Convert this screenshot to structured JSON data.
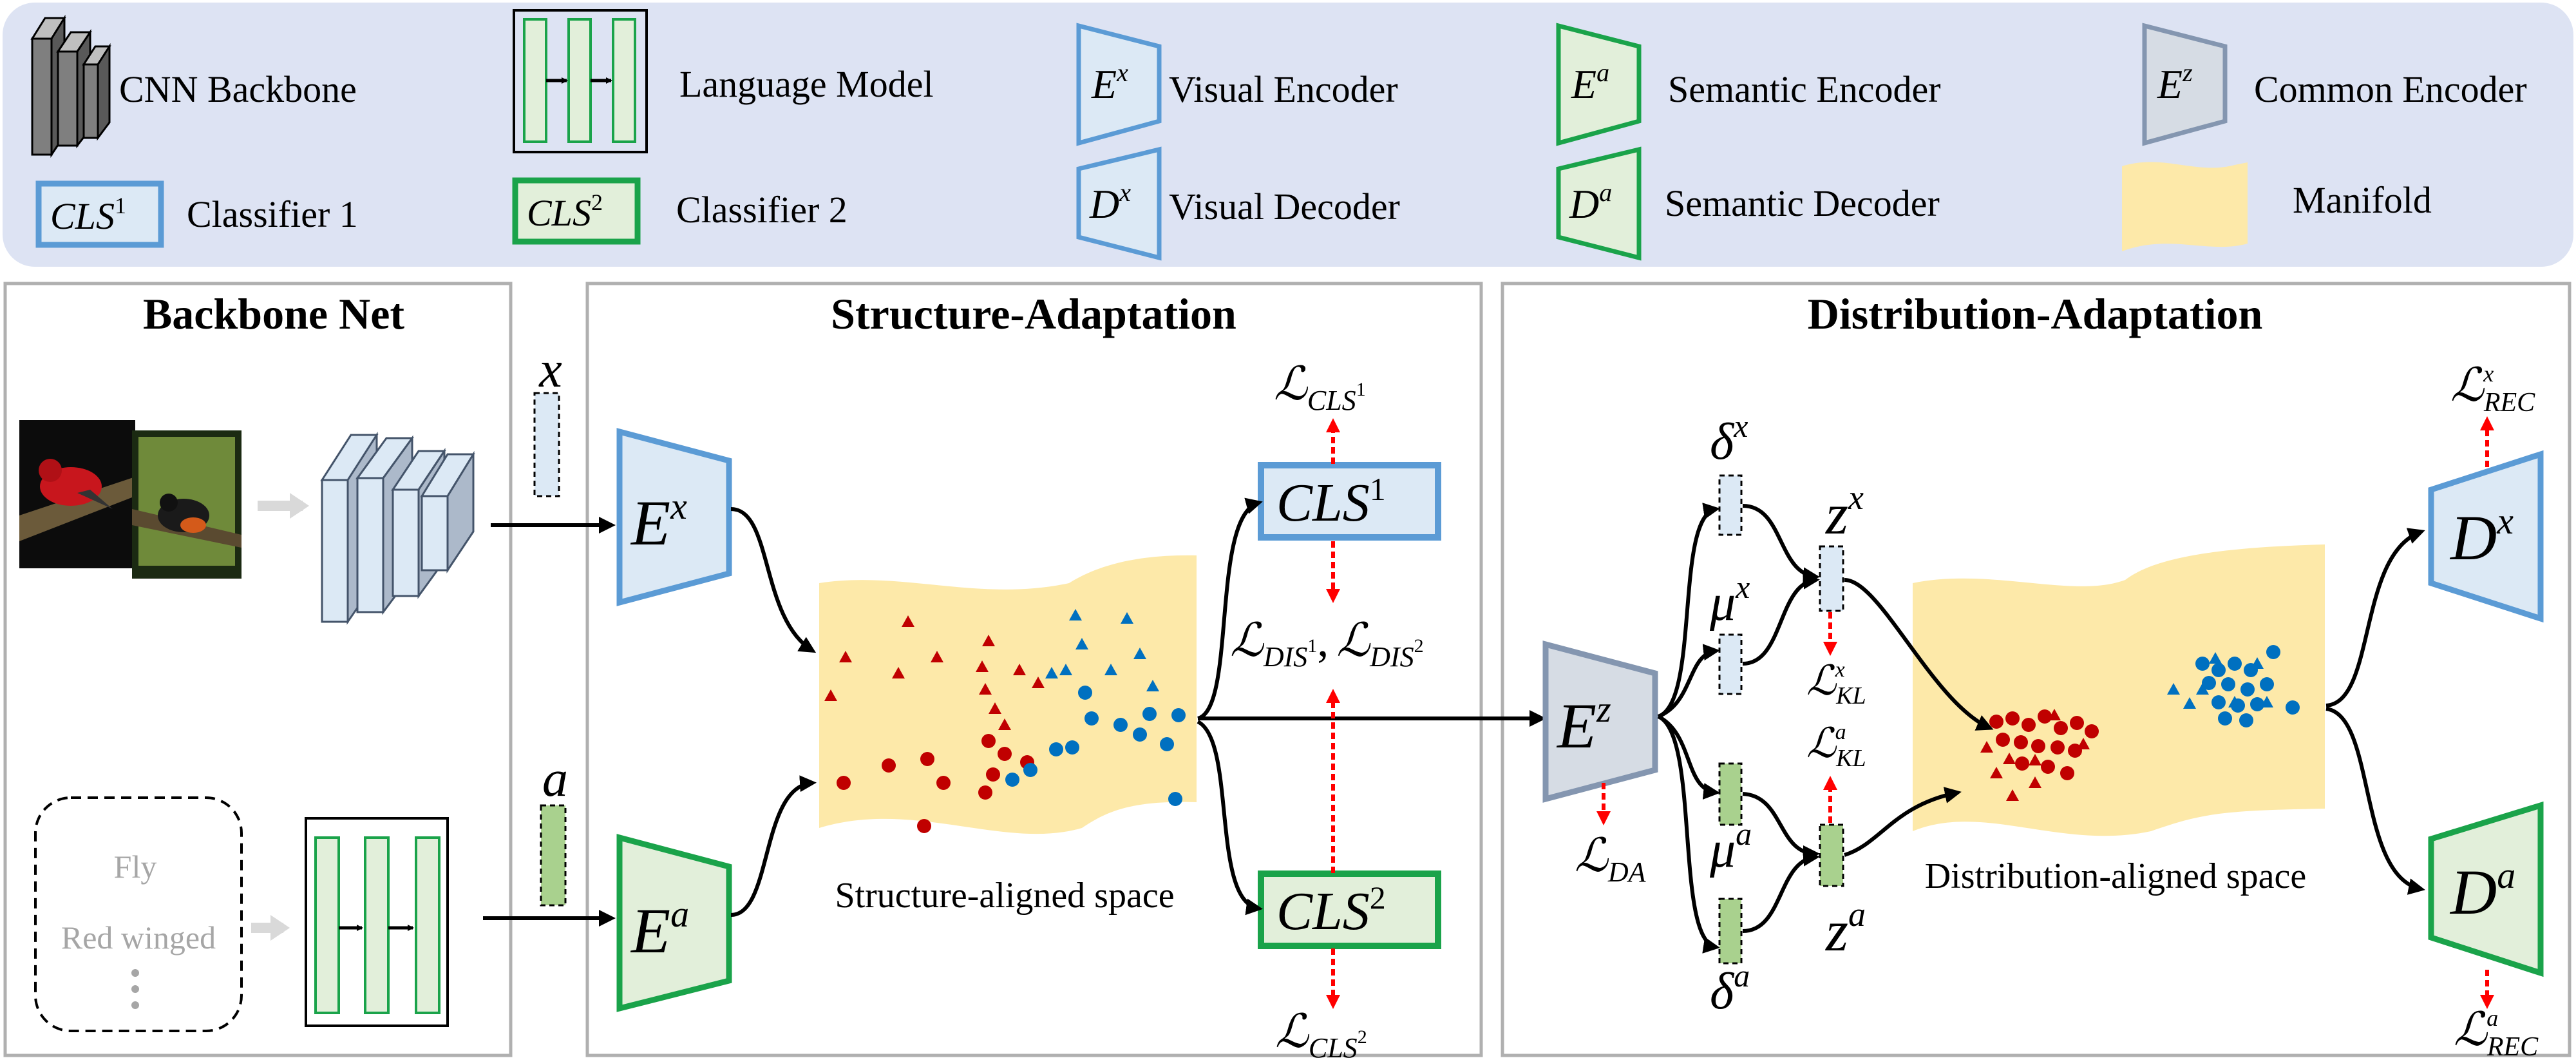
{
  "legend": {
    "cnn_backbone": "CNN Backbone",
    "language_model": "Language Model",
    "visual_encoder": "Visual Encoder",
    "semantic_encoder": "Semantic Encoder",
    "common_encoder": "Common Encoder",
    "classifier1": "Classifier 1",
    "classifier2": "Classifier 2",
    "visual_decoder": "Visual Decoder",
    "semantic_decoder": "Semantic Decoder",
    "manifold": "Manifold",
    "sym_ex_base": "E",
    "sym_ex_sup": "x",
    "sym_ea_base": "E",
    "sym_ea_sup": "a",
    "sym_ez_base": "E",
    "sym_ez_sup": "z",
    "sym_dx_base": "D",
    "sym_dx_sup": "x",
    "sym_da_base": "D",
    "sym_da_sup": "a",
    "sym_cls1_base": "CLS",
    "sym_cls1_sup": "1",
    "sym_cls2_base": "CLS",
    "sym_cls2_sup": "2"
  },
  "sections": {
    "backbone": "Backbone Net",
    "structure": "Structure-Adaptation",
    "distribution": "Distribution-Adaptation"
  },
  "backbone": {
    "x_label": "x",
    "a_label": "a",
    "words": [
      "Fly",
      "Red winged"
    ]
  },
  "structure": {
    "ex_base": "E",
    "ex_sup": "x",
    "ea_base": "E",
    "ea_sup": "a",
    "cls1_base": "CLS",
    "cls1_sup": "1",
    "cls2_base": "CLS",
    "cls2_sup": "2",
    "loss_cls1_base": "ℒ",
    "loss_cls1_sub": "CLS",
    "loss_cls1_subsup": "1",
    "loss_cls2_base": "ℒ",
    "loss_cls2_sub": "CLS",
    "loss_cls2_subsup": "2",
    "loss_dis_base1": "ℒ",
    "loss_dis_sub1": "DIS",
    "loss_dis_subsup1": "1",
    "loss_dis_sep": ",",
    "loss_dis_base2": "ℒ",
    "loss_dis_sub2": "DIS",
    "loss_dis_subsup2": "2",
    "space_label": "Structure-aligned space"
  },
  "distribution": {
    "ez_base": "E",
    "ez_sup": "z",
    "loss_da_base": "ℒ",
    "loss_da_sub": "DA",
    "delta_x_base": "δ",
    "delta_x_sup": "x",
    "mu_x_base": "μ",
    "mu_x_sup": "x",
    "mu_a_base": "μ",
    "mu_a_sup": "a",
    "delta_a_base": "δ",
    "delta_a_sup": "a",
    "zx_base": "z",
    "zx_sup": "x",
    "za_base": "z",
    "za_sup": "a",
    "loss_klx_base": "ℒ",
    "loss_klx_sub": "KL",
    "loss_klx_sup": "x",
    "loss_kla_base": "ℒ",
    "loss_kla_sub": "KL",
    "loss_kla_sup": "a",
    "dx_base": "D",
    "dx_sup": "x",
    "da_base": "D",
    "da_sup": "a",
    "loss_recx_base": "ℒ",
    "loss_recx_sub": "REC",
    "loss_recx_sup": "x",
    "loss_reca_base": "ℒ",
    "loss_reca_sub": "REC",
    "loss_reca_sup": "a",
    "space_label": "Distribution-aligned space"
  },
  "colors": {
    "legend_bg": "#dde3f3",
    "visual_fill": "#dce9f5",
    "visual_stroke": "#5b9bd5",
    "semantic_fill": "#e2efda",
    "semantic_stroke": "#1aa34a",
    "common_fill": "#d6dce4",
    "common_stroke": "#8496b0",
    "manifold": "#fde9a9",
    "red_point": "#c00000",
    "blue_point": "#0070c0",
    "loss_arrow": "#ff0000",
    "panel_border": "#b0b0b0"
  }
}
